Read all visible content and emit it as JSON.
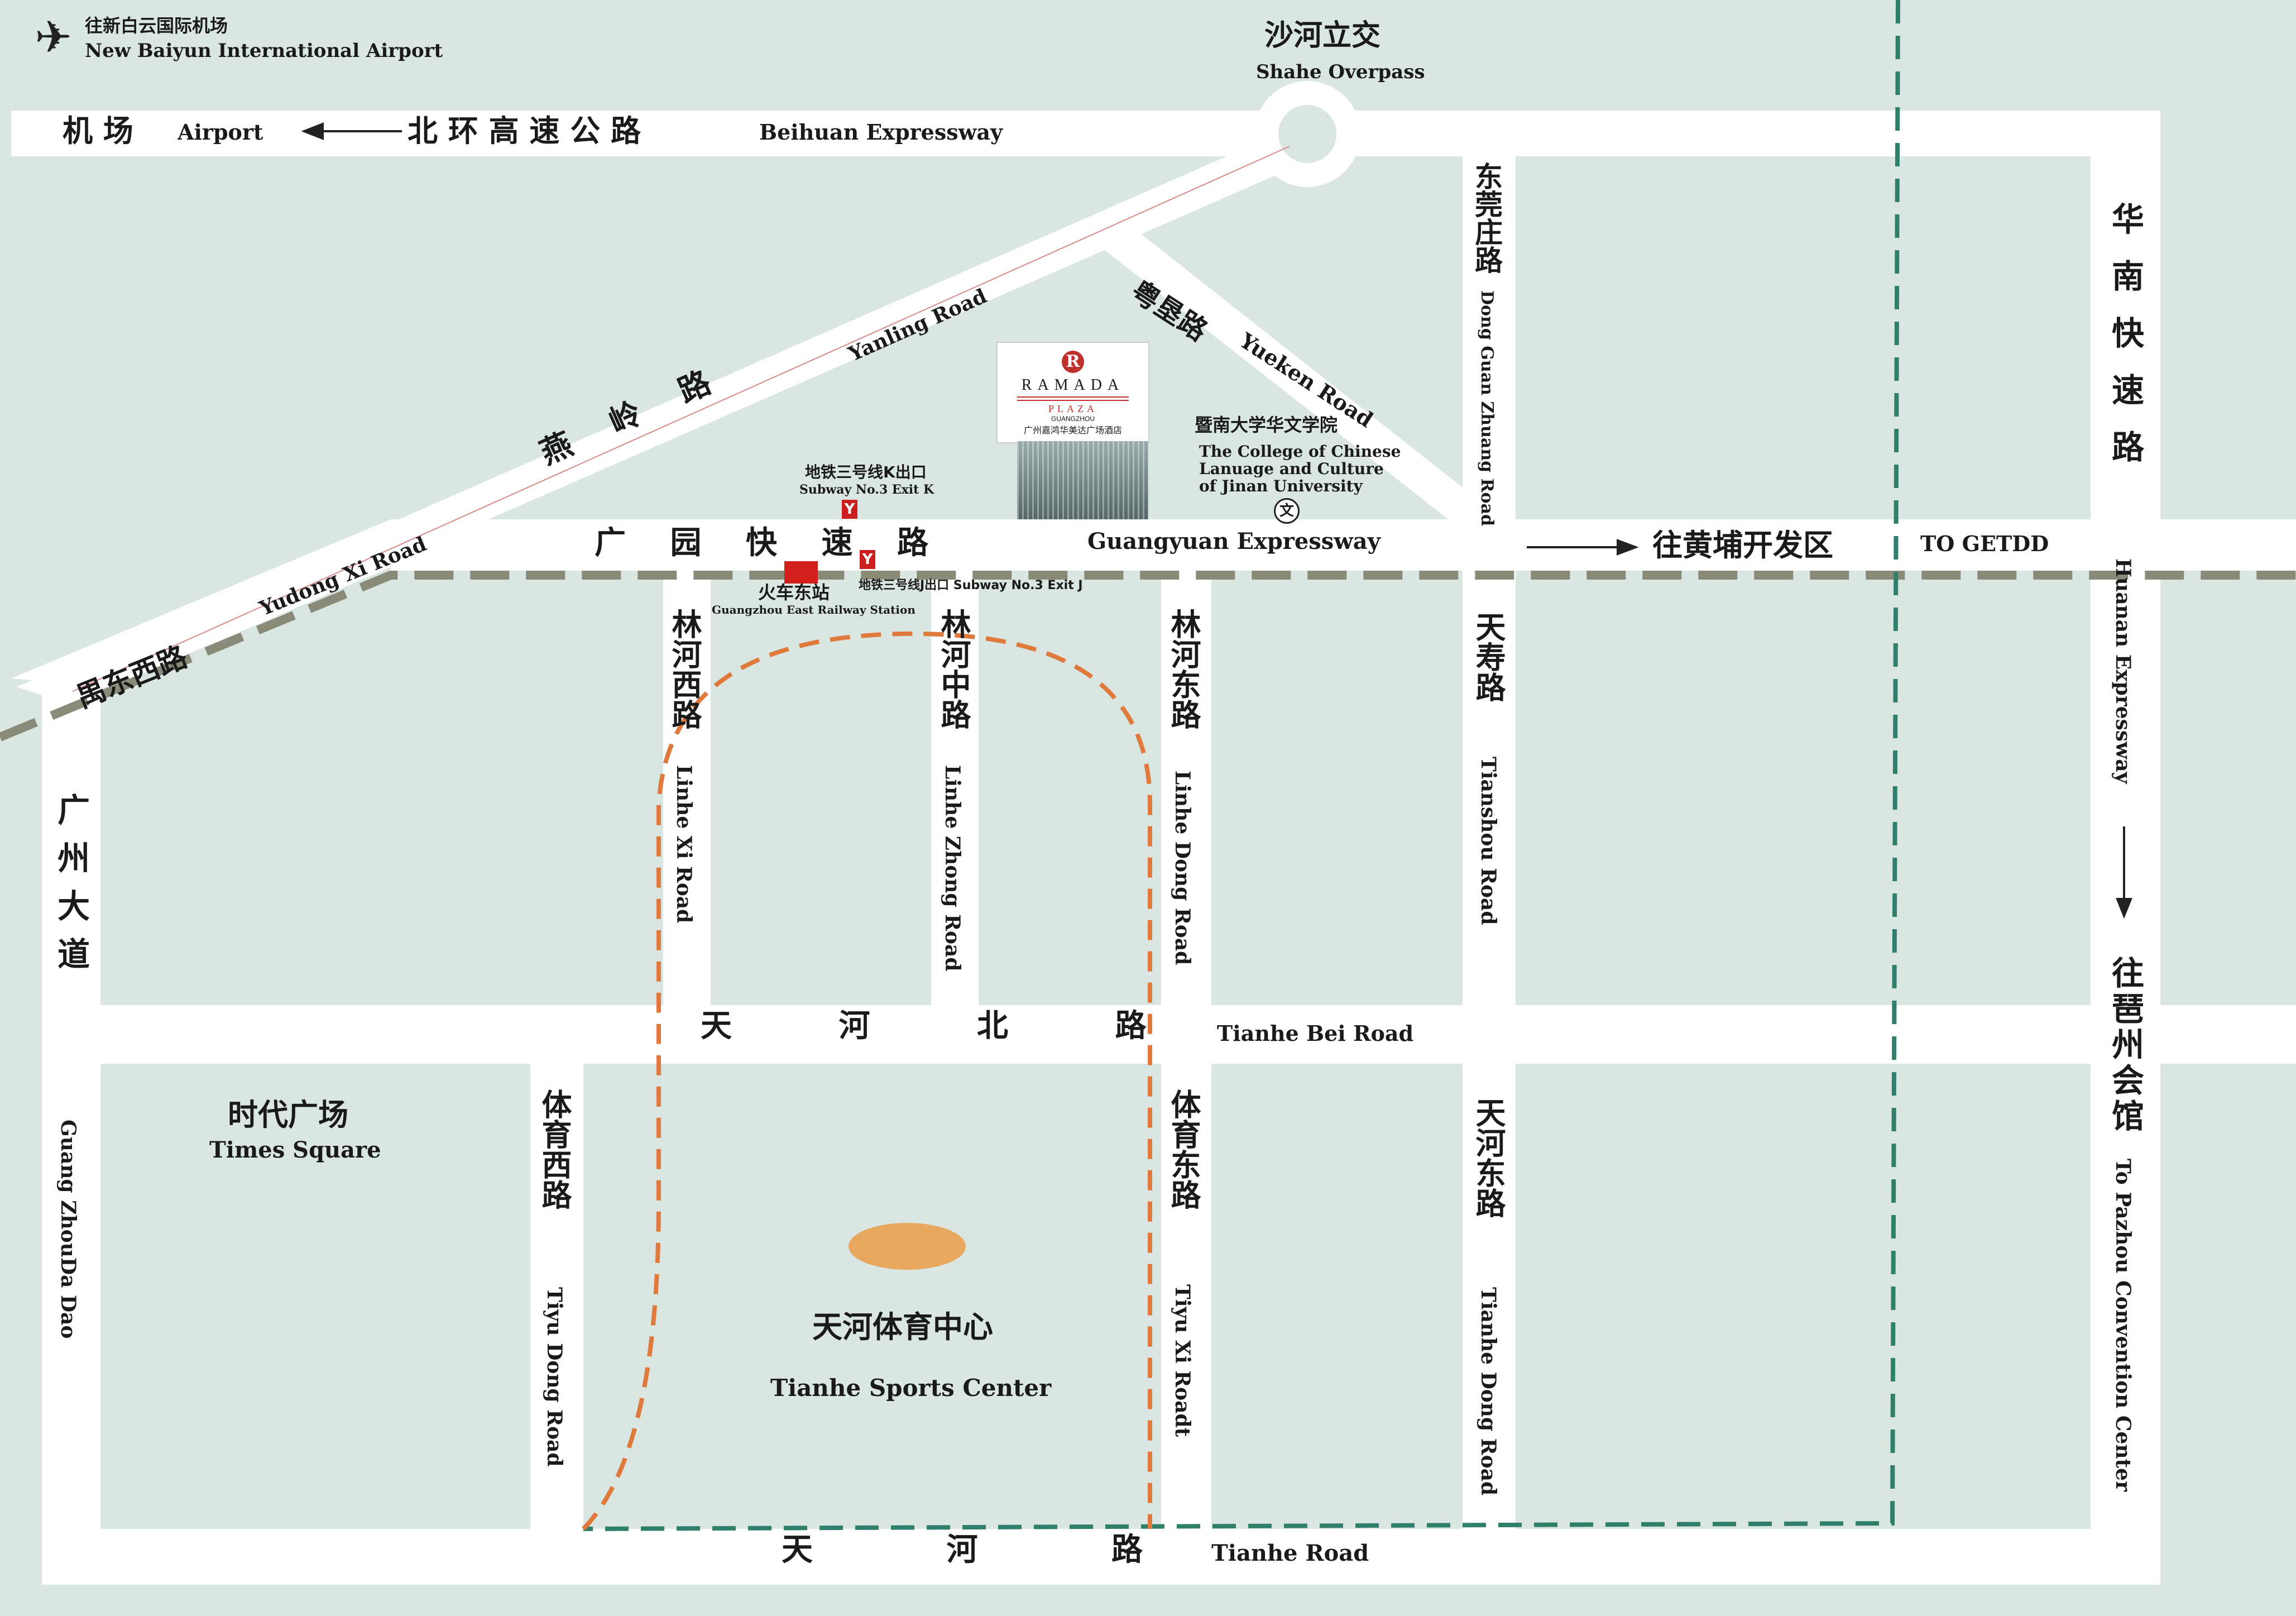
{
  "airport_note": {
    "cn": "往新白云国际机场",
    "en": "New Baiyun International Airport"
  },
  "overpass": {
    "cn": "沙河立交",
    "en": "Shahe Overpass"
  },
  "beihuan": {
    "airport_cn": "机 场",
    "airport_en": "Airport",
    "road_cn": "北 环 高 速 公 路",
    "road_en": "Beihuan Expressway"
  },
  "yanling": {
    "cn": "燕 岭 路",
    "en": "Yanling Road"
  },
  "yudong": {
    "cn": "禺东西路",
    "en": "Yudong Xi Road"
  },
  "yueken": {
    "cn": "粤垦路",
    "en": "Yueken Road"
  },
  "dongguan": {
    "cn": "东莞庄路",
    "en": "Dong Guan Zhuang Road"
  },
  "huanan": {
    "cn": "华南快速路",
    "en": "Huanan Expressway"
  },
  "pazhou": {
    "cn": "往琶州会馆",
    "en": "To Pazhou Convention Center"
  },
  "guangyuan": {
    "cn": "广 园 快 速 路",
    "en": "Guangyuan Expressway"
  },
  "huangpu": {
    "cn": "往黄埔开发区",
    "en": "TO GETDD"
  },
  "ramada": {
    "brand": "RAMADA",
    "line2": "PLAZA",
    "line3": "GUANGZHOU",
    "cn": "广州嘉鸿华美达广场酒店"
  },
  "college": {
    "cn": "暨南大学华文学院",
    "en1": "The College of Chinese",
    "en2": "Lanuage and Culture",
    "en3": "of Jinan University",
    "symbol": "文"
  },
  "subway_k": {
    "cn": "地铁三号线K出口",
    "en": "Subway No.3  Exit K"
  },
  "subway_j": "地铁三号线J出口 Subway No.3  Exit J",
  "subway_symbol": "Y",
  "railway": {
    "cn": "火车东站",
    "en": "Guangzhou East Railway Station"
  },
  "guangzhou_dadao": {
    "cn": "广州大道",
    "en": "Guang ZhouDa Dao"
  },
  "linhe_xi": {
    "cn": "林河西路",
    "en": "Linhe Xi Road"
  },
  "linhe_zhong": {
    "cn": "林河中路",
    "en": "Linhe Zhong Road"
  },
  "linhe_dong": {
    "cn": "林河东路",
    "en": "Linhe Dong Road"
  },
  "tianshou": {
    "cn": "天寿路",
    "en": "Tianshou Road"
  },
  "tianhe_bei": {
    "cn": "天 河 北 路",
    "en": "Tianhe Bei Road"
  },
  "times_square": {
    "cn": "时代广场",
    "en": "Times Square"
  },
  "tiyu_xi": {
    "cn": "体育西路",
    "en": "Tiyu Dong Road"
  },
  "tiyu_dong": {
    "cn": "体育东路",
    "en": "Tiyu Xi Roadt"
  },
  "tianhe_dong": {
    "cn": "天河东路",
    "en": "Tianhe Dong Road"
  },
  "sports_center": {
    "cn": "天河体育中心",
    "en": "Tianhe Sports Center"
  },
  "tianhe_road": {
    "cn": "天 河 路",
    "en": "Tianhe  Road"
  },
  "colors": {
    "background": "#d9e6e1",
    "road": "#ffffff",
    "rail_dash": "#8a8a78",
    "green_dash": "#2f7f6a",
    "orange_dash": "#e07a3c",
    "stadium": "#e9a85f"
  }
}
